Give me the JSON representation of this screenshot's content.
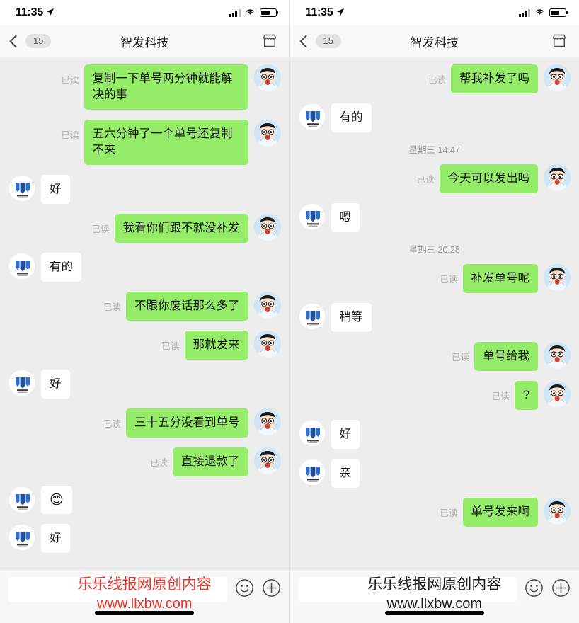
{
  "status_bar": {
    "time": "11:35",
    "location_icon": "location-arrow-icon",
    "signal_icon": "cellular-signal-icon",
    "wifi_icon": "wifi-icon",
    "battery_icon": "battery-icon"
  },
  "nav": {
    "back_icon": "chevron-left-icon",
    "unread_badge": "15",
    "title": "智发科技",
    "shop_icon": "storefront-icon"
  },
  "input_bar": {
    "placeholder": "",
    "value": "",
    "emoji_icon": "smiley-face-icon",
    "plus_icon": "plus-circle-icon"
  },
  "labels": {
    "read": "已读"
  },
  "avatars": {
    "buyer": "buyer-cartoon-avatar",
    "shop": "shop-logo-avatar"
  },
  "watermark": {
    "line1": "乐乐线报网原创内容",
    "line2": "www.llxbw.com",
    "color_left": "#e8342b",
    "color_right": "#1a1a1a"
  },
  "colors": {
    "outgoing_bubble": "#95ec69",
    "incoming_bubble": "#ffffff",
    "chat_background": "#ededed",
    "read_label": "#adadad"
  },
  "left_screen": {
    "messages": [
      {
        "side": "out",
        "text": "复制一下单号两分钟就能解决的事",
        "read": "已读"
      },
      {
        "side": "out",
        "text": "五六分钟了一个单号还复制不来",
        "read": "已读"
      },
      {
        "side": "in",
        "text": "好"
      },
      {
        "side": "out",
        "text": "我看你们跟不就没补发",
        "read": "已读"
      },
      {
        "side": "in",
        "text": "有的"
      },
      {
        "side": "out",
        "text": "不跟你废话那么多了",
        "read": "已读"
      },
      {
        "side": "out",
        "text": "那就发来",
        "read": "已读"
      },
      {
        "side": "in",
        "text": "好"
      },
      {
        "side": "out",
        "text": "三十五分没看到单号",
        "read": "已读"
      },
      {
        "side": "out",
        "text": "直接退款了",
        "read": "已读"
      },
      {
        "side": "in",
        "text": "😊",
        "is_emoji": true
      },
      {
        "side": "in",
        "text": "好"
      }
    ]
  },
  "right_screen": {
    "messages": [
      {
        "side": "out",
        "text": "帮我补发了吗",
        "read": "已读"
      },
      {
        "side": "in",
        "text": "有的"
      },
      {
        "type": "timestamp",
        "text": "星期三 14:47"
      },
      {
        "side": "out",
        "text": "今天可以发出吗",
        "read": "已读"
      },
      {
        "side": "in",
        "text": "嗯"
      },
      {
        "type": "timestamp",
        "text": "星期三 20:28"
      },
      {
        "side": "out",
        "text": "补发单号呢",
        "read": "已读"
      },
      {
        "side": "in",
        "text": "稍等"
      },
      {
        "side": "out",
        "text": "单号给我",
        "read": "已读"
      },
      {
        "side": "out",
        "text": "?",
        "read": "已读"
      },
      {
        "side": "in",
        "text": "好"
      },
      {
        "side": "in",
        "text": "亲"
      },
      {
        "side": "out",
        "text": "单号发来啊",
        "read": "已读"
      }
    ]
  }
}
